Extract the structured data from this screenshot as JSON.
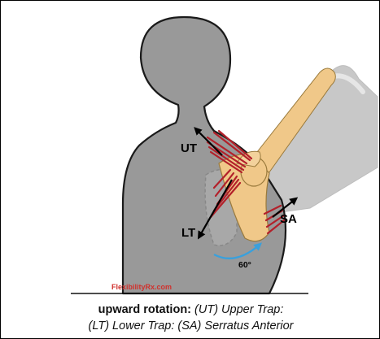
{
  "labels": {
    "ut": "UT",
    "lt": "LT",
    "sa": "SA",
    "angle": "60°",
    "watermark": "FlexibilityRx.com"
  },
  "caption": {
    "lead": "upward rotation:",
    "line1_rest": " (UT) Upper Trap:",
    "line2": "(LT) Lower Trap: (SA) Serratus Anterior"
  },
  "colors": {
    "body": "#999999",
    "body_outline": "#1a1a1a",
    "arm": "#c8c8c8",
    "bone": "#f0c889",
    "muscle": "#b3202a",
    "arrow": "#000000",
    "rotation_arrow": "#3aa0dc",
    "watermark": "#d0312d"
  }
}
